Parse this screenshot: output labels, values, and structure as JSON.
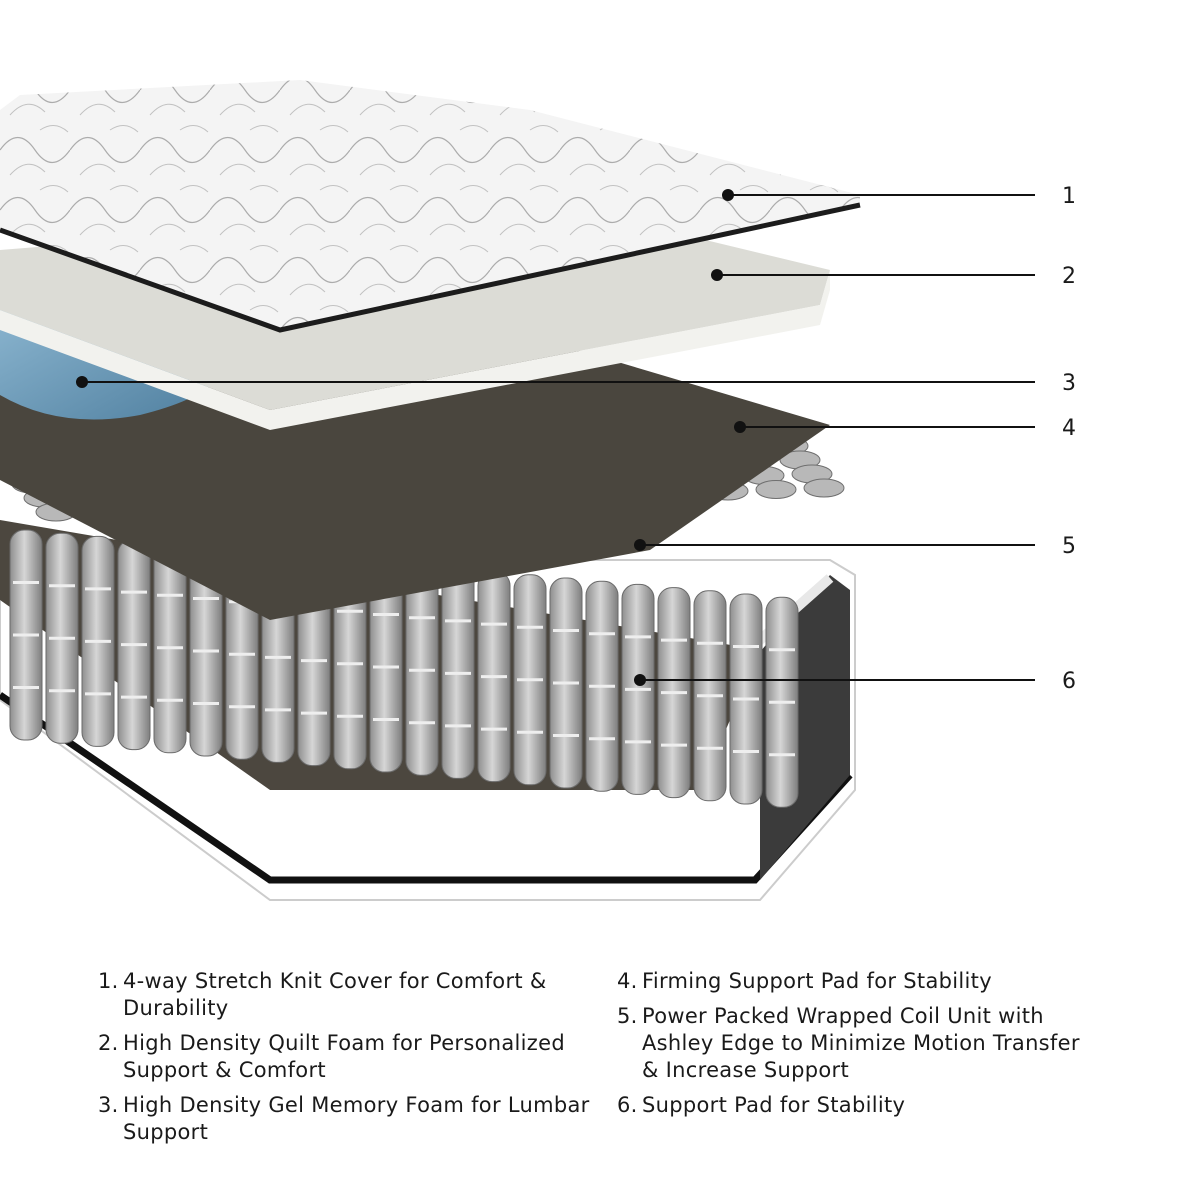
{
  "callouts": [
    {
      "number": "1",
      "text": "4-way Stretch Knit Cover for Comfort & Durability"
    },
    {
      "number": "2",
      "text": "High Density Quilt Foam for Personalized Support & Comfort"
    },
    {
      "number": "3",
      "text": "High Density Gel Memory Foam for Lumbar Support"
    },
    {
      "number": "4",
      "text": "Firming Support Pad for Stability"
    },
    {
      "number": "5",
      "text": "Power Packed Wrapped Coil Unit with Ashley Edge to Minimize Motion Transfer & Increase Support"
    },
    {
      "number": "6",
      "text": "Support Pad for Stability"
    }
  ],
  "colors": {
    "cover": "#f4f4f4",
    "cover_edge": "#1c1c1c",
    "quilt_foam": "#dcdcd6",
    "gel_foam": "#6a9ab8",
    "support_pad": "#4a4740",
    "coils": "#a8a8a8",
    "base_edge": "#3a3a3a"
  }
}
